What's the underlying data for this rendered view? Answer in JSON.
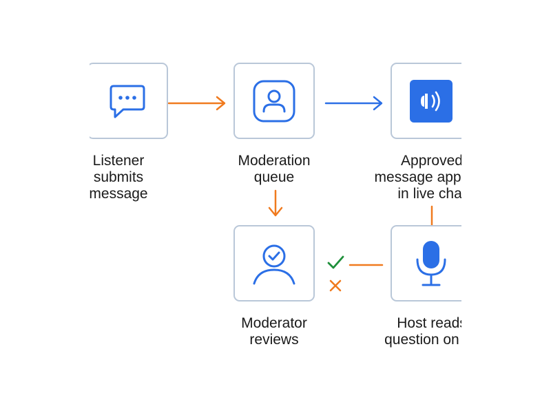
{
  "nodes": {
    "submit": {
      "label": [
        "Listener",
        "submits",
        "message"
      ],
      "icon": "chat-bubble-icon"
    },
    "queue": {
      "label": [
        "Moderation",
        "queue"
      ],
      "icon": "user-square-icon"
    },
    "approved": {
      "label": [
        "Approved",
        "message appears",
        "in live chat"
      ],
      "icon": "audio-app-icon"
    },
    "review": {
      "label": [
        "Moderator",
        "reviews"
      ],
      "icon": "user-check-icon"
    },
    "host": {
      "label": [
        "Host reads",
        "question on air"
      ],
      "icon": "microphone-icon"
    }
  },
  "decisions": {
    "approve": "approve-check-icon",
    "reject": "reject-x-icon"
  },
  "colors": {
    "blue": "#2b6fe6",
    "orange": "#f07a1e",
    "green": "#1e8f3a",
    "border": "#b9c7d8",
    "text": "#1a1a1a"
  }
}
